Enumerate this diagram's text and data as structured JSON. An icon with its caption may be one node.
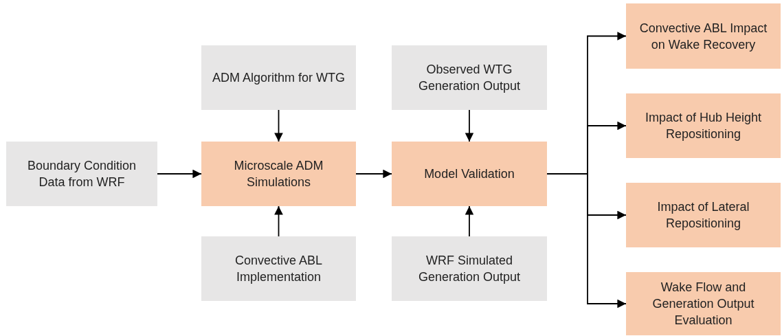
{
  "diagram": {
    "nodes": [
      {
        "text": [
          "Boundary Condition Data from WRF"
        ]
      },
      {
        "text": [
          "ADM Algorithm for WTG"
        ]
      },
      {
        "text": [
          "Microscale ADM Simulations"
        ]
      },
      {
        "text": [
          "Convective ABL Implementation"
        ]
      },
      {
        "text": [
          "Observed WTG Generation Output"
        ]
      },
      {
        "text": [
          "Model Validation"
        ]
      },
      {
        "text": [
          "WRF Simulated Generation Output"
        ]
      },
      {
        "text": [
          "Convective ABL Impact on Wake Recovery"
        ]
      },
      {
        "text": [
          "Impact of Hub Height Repositioning"
        ]
      },
      {
        "text": [
          "Impact of Lateral Repositioning"
        ]
      },
      {
        "text": [
          "Wake Flow and Generation Output Evaluation"
        ]
      }
    ],
    "edges": [
      {
        "from": 0,
        "to": 2,
        "arrow": "to"
      },
      {
        "from": 1,
        "to": 2,
        "arrow": "to"
      },
      {
        "from": 3,
        "to": 2,
        "arrow": "to"
      },
      {
        "from": 2,
        "to": 5,
        "arrow": "to"
      },
      {
        "from": 4,
        "to": 5,
        "arrow": "to"
      },
      {
        "from": 6,
        "to": 5,
        "arrow": "to"
      },
      {
        "from": 5,
        "to": 7,
        "arrow": "to"
      },
      {
        "from": 5,
        "to": 8,
        "arrow": "to"
      },
      {
        "from": 5,
        "to": 9,
        "arrow": "to"
      },
      {
        "from": 5,
        "to": 10,
        "arrow": "to"
      }
    ]
  }
}
